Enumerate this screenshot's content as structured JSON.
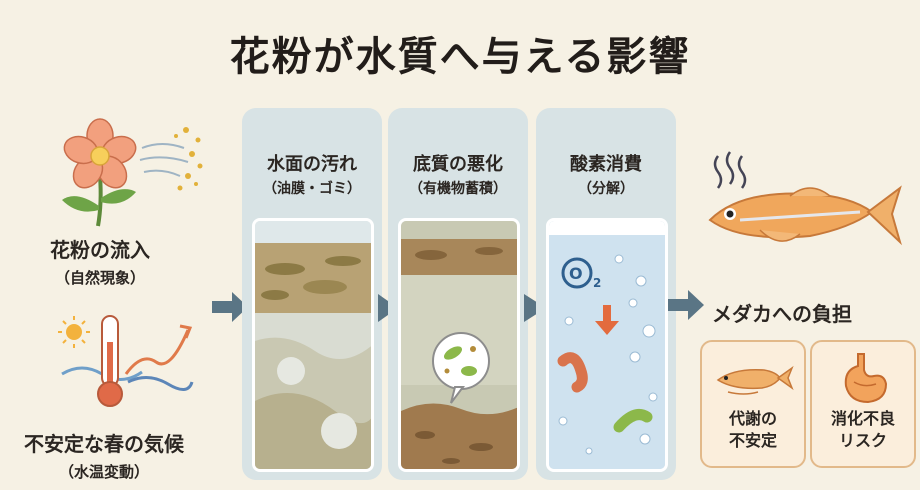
{
  "title": "花粉が水質へ与える影響",
  "left": {
    "pollen": {
      "main": "花粉の流入",
      "sub": "（自然現象）"
    },
    "climate": {
      "main": "不安定な春の気候",
      "sub": "（水温変動）"
    }
  },
  "panels": [
    {
      "title": "水面の汚れ",
      "sub": "（油膜・ゴミ）"
    },
    {
      "title": "底質の悪化",
      "sub": "（有機物蓄積）"
    },
    {
      "title": "酸素消費",
      "sub": "（分解）"
    }
  ],
  "o2_symbol": "O",
  "o2_subscript": "2",
  "burden": {
    "title": "メダカへの負担",
    "cards": [
      {
        "line1": "代謝の",
        "line2": "不安定"
      },
      {
        "line1": "消化不良",
        "line2": "リスク"
      }
    ]
  },
  "colors": {
    "background": "#f6f1e4",
    "panel": "#d8e3e5",
    "arrow": "#5a7585",
    "card_bg": "#fbeedc",
    "card_border": "#e2b98a"
  }
}
